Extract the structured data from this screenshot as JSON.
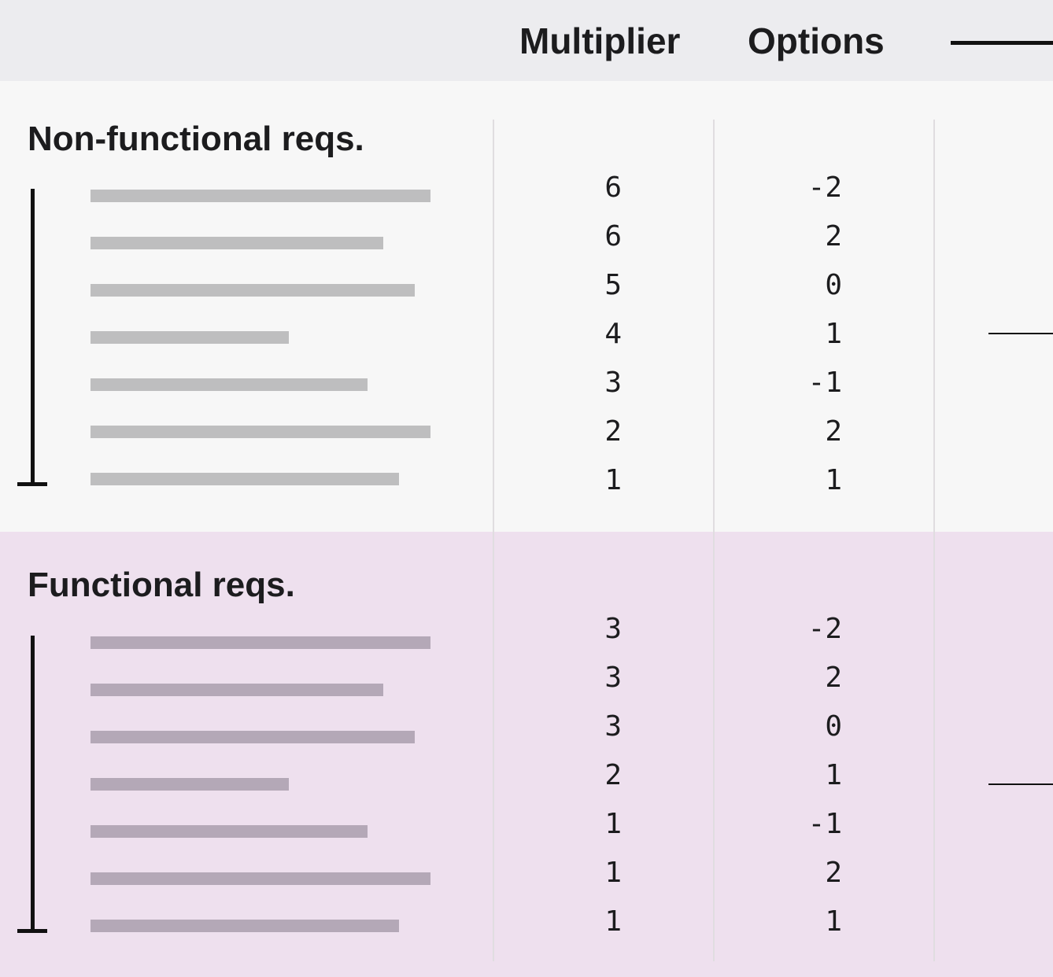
{
  "header": {
    "multiplier_label": "Multiplier",
    "options_label": "Options"
  },
  "sections": [
    {
      "title": "Non-functional reqs.",
      "rows": [
        {
          "bar_fraction": 1.0,
          "multiplier": "6",
          "option": "-2"
        },
        {
          "bar_fraction": 0.861,
          "multiplier": "6",
          "option": "2"
        },
        {
          "bar_fraction": 0.954,
          "multiplier": "5",
          "option": "0"
        },
        {
          "bar_fraction": 0.583,
          "multiplier": "4",
          "option": "1"
        },
        {
          "bar_fraction": 0.815,
          "multiplier": "3",
          "option": "-1"
        },
        {
          "bar_fraction": 1.0,
          "multiplier": "2",
          "option": "2"
        },
        {
          "bar_fraction": 0.907,
          "multiplier": "1",
          "option": "1"
        }
      ]
    },
    {
      "title": "Functional reqs.",
      "rows": [
        {
          "bar_fraction": 1.0,
          "multiplier": "3",
          "option": "-2"
        },
        {
          "bar_fraction": 0.861,
          "multiplier": "3",
          "option": "2"
        },
        {
          "bar_fraction": 0.954,
          "multiplier": "3",
          "option": "0"
        },
        {
          "bar_fraction": 0.583,
          "multiplier": "2",
          "option": "1"
        },
        {
          "bar_fraction": 0.815,
          "multiplier": "1",
          "option": "-1"
        },
        {
          "bar_fraction": 1.0,
          "multiplier": "1",
          "option": "2"
        },
        {
          "bar_fraction": 0.907,
          "multiplier": "1",
          "option": "1"
        }
      ]
    }
  ],
  "colors": {
    "header_bg": "#ececef",
    "nonfunctional_bg": "#f7f7f7",
    "functional_bg": "#eee0ee",
    "nonfunctional_bar": "#bebebf",
    "functional_bar": "#b4a8b7"
  }
}
